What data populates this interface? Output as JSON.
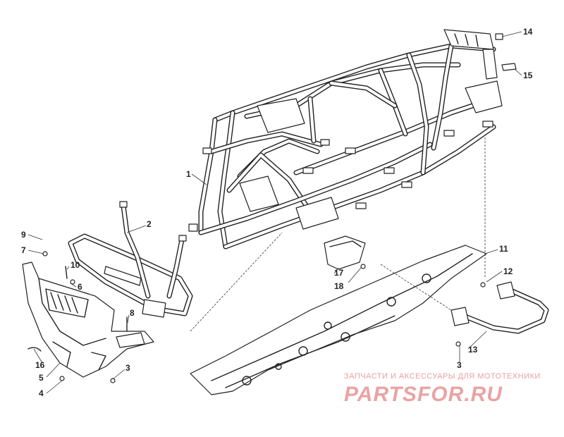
{
  "callouts": [
    {
      "id": "c1",
      "text": "1"
    },
    {
      "id": "c2",
      "text": "2"
    },
    {
      "id": "c3a",
      "text": "3"
    },
    {
      "id": "c3b",
      "text": "3"
    },
    {
      "id": "c4",
      "text": "4"
    },
    {
      "id": "c5",
      "text": "5"
    },
    {
      "id": "c6",
      "text": "6"
    },
    {
      "id": "c7",
      "text": "7"
    },
    {
      "id": "c8",
      "text": "8"
    },
    {
      "id": "c9",
      "text": "9"
    },
    {
      "id": "c10",
      "text": "10"
    },
    {
      "id": "c11",
      "text": "11"
    },
    {
      "id": "c12",
      "text": "12"
    },
    {
      "id": "c13",
      "text": "13"
    },
    {
      "id": "c14",
      "text": "14"
    },
    {
      "id": "c15",
      "text": "15"
    },
    {
      "id": "c16",
      "text": "16"
    },
    {
      "id": "c17",
      "text": "17"
    },
    {
      "id": "c18",
      "text": "18"
    }
  ],
  "watermark": {
    "tagline": "ЗАПЧАСТИ И АКСЕССУАРЫ ДЛЯ МОТОТЕХНИКИ",
    "logo": "PARTSFOR.RU",
    "color": "#e9a3a3"
  }
}
